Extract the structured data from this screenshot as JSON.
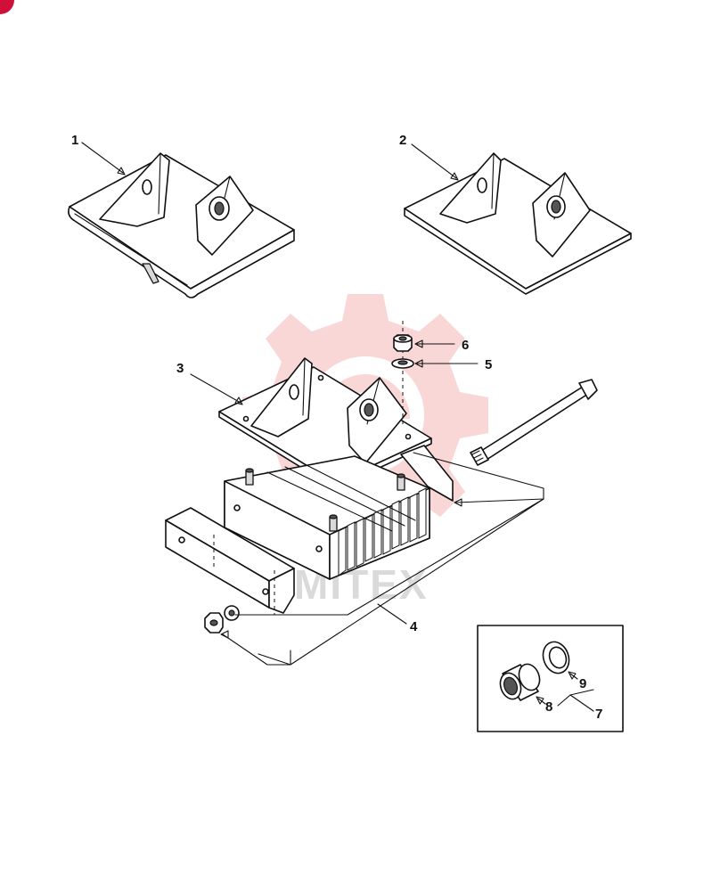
{
  "callouts": {
    "c1": "1",
    "c2": "2",
    "c3": "3",
    "c4": "4",
    "c5": "5",
    "c6": "6",
    "c7": "7",
    "c8": "8",
    "c9": "9"
  },
  "watermark": {
    "text": "MITEX",
    "color": "#f6b7b7"
  },
  "corner_badge_color": "#d0103a"
}
